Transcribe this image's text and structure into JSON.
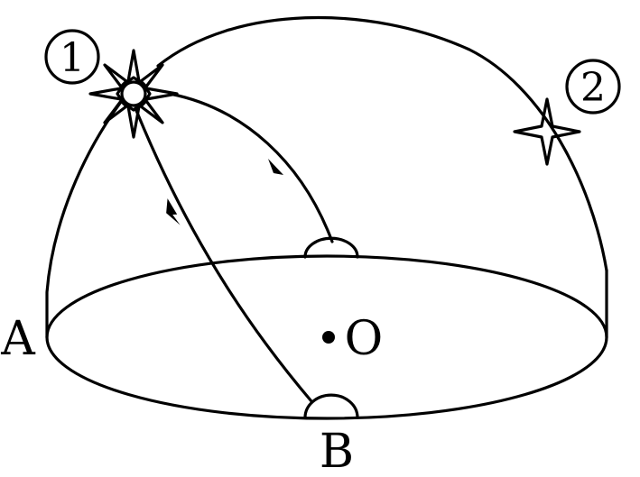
{
  "labels": {
    "star1": "1",
    "star2": "2",
    "point_a": "A",
    "point_b": "B",
    "center_o": "O"
  }
}
